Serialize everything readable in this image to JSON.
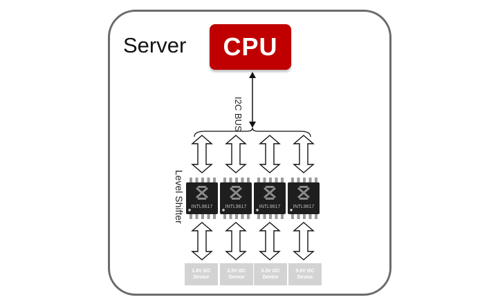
{
  "server": {
    "label": "Server"
  },
  "cpu": {
    "label": "CPU",
    "color": "#c00000"
  },
  "bus": {
    "label": "I2C BUS"
  },
  "level_shifter": {
    "label": "Level Shifter"
  },
  "chips": [
    {
      "part": "INTL9617"
    },
    {
      "part": "INTL9617"
    },
    {
      "part": "INTL9617"
    },
    {
      "part": "INTL9617"
    }
  ],
  "devices": [
    {
      "line1": "1.8V I2C",
      "line2": "Device"
    },
    {
      "line1": "2.5V I2C",
      "line2": "Device"
    },
    {
      "line1": "3.3V I2C",
      "line2": "Device"
    },
    {
      "line1": "5.0V I2C",
      "line2": "Device"
    }
  ],
  "colors": {
    "chip_body": "#1e1e1e",
    "device_fill": "#d3d3d3",
    "border": "#6b6b6b"
  }
}
